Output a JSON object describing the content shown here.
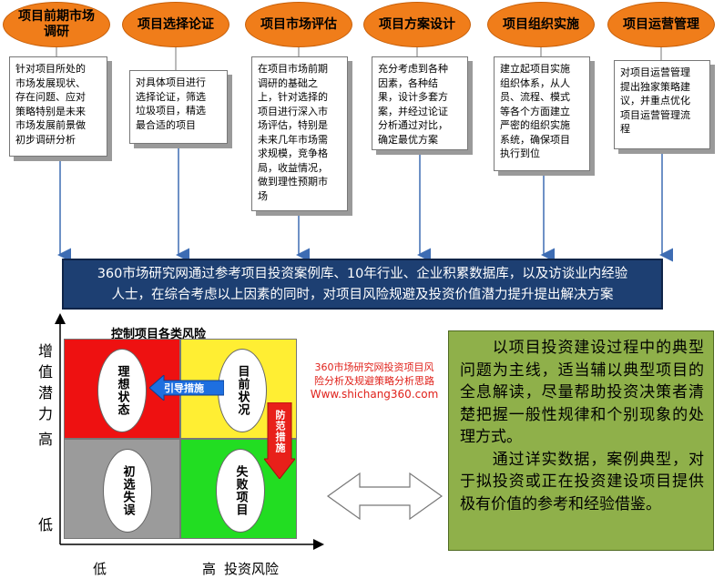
{
  "phases": [
    {
      "title": "项目前期市场调研",
      "desc": [
        "针对项目所处的",
        "市场发展现状、",
        "存在问题、应对",
        "策略特别是未来",
        "市场发展前景做",
        "初步调研分析"
      ]
    },
    {
      "title": "项目选择论证",
      "desc": [
        "对具体项目进行",
        "选择论证，筛选",
        "垃圾项目，精选",
        "最合适的项目"
      ]
    },
    {
      "title": "项目市场评估",
      "desc": [
        "在项目市场前期",
        "调研的基础之",
        "上，针对选择的",
        "项目进行深入市",
        "场评估，特别是",
        "未来几年市场需",
        "求规模，竞争格",
        "局，收益情况，",
        "做到理性预期市",
        "场"
      ]
    },
    {
      "title": "项目方案设计",
      "desc": [
        "充分考虑到各种",
        "因素，各种结",
        "果，设计多套方",
        "案，并经过论证",
        "分析通过对比，",
        "确定最优方案"
      ]
    },
    {
      "title": "项目组织实施",
      "desc": [
        "建立起项目实施",
        "组织体系，从人",
        "员、流程、模式",
        "等各个方面建立",
        "严密的组织实施",
        "系统，确保项目",
        "执行到位"
      ]
    },
    {
      "title": "项目运营管理",
      "desc": [
        "对项目运营管理",
        "提出独家策略建",
        "议，并重点优化",
        "项目运营管理流",
        "程"
      ]
    }
  ],
  "banner": [
    "360市场研究网通过参考项目投资案例库、10年行业、企业积累数据库，以及访谈业内经验",
    "人士，在综合考虑以上因素的同时，对项目风险规避及投资价值潜力提升提出解决方案"
  ],
  "matrix": {
    "title": "控制项目各类风险",
    "y_axis": {
      "name_chars": [
        "增",
        "值",
        "潜",
        "力"
      ],
      "high": "高",
      "low": "低"
    },
    "x_axis": {
      "low": "低",
      "high": "高",
      "name": "投资风险"
    },
    "quadrants": {
      "top_left": "理想状态",
      "top_right": "目前状况",
      "bottom_left": "初选失误",
      "bottom_right": "失败项目"
    },
    "arrow_guide": "引导措施",
    "arrow_prevent": "防范措施",
    "colors": {
      "red": "#ee1111",
      "yellow": "#ffee33",
      "gray": "#9b9b9b",
      "green": "#22dd22"
    }
  },
  "note": [
    "360市场研究网投资项目风",
    "险分析及规避策略分析思路",
    "Www.shichang360.com"
  ],
  "summary": [
    "以项目投资建设过程中的典型问题为主线，适当辅以典型项目的全息解读，尽量帮助投资决策者清楚把握一般性规律和个别现象的处理方式。",
    "通过详实数据，案例典型，对于拟投资或正在投资建设项目提供极有价值的参考和经验借鉴。"
  ]
}
